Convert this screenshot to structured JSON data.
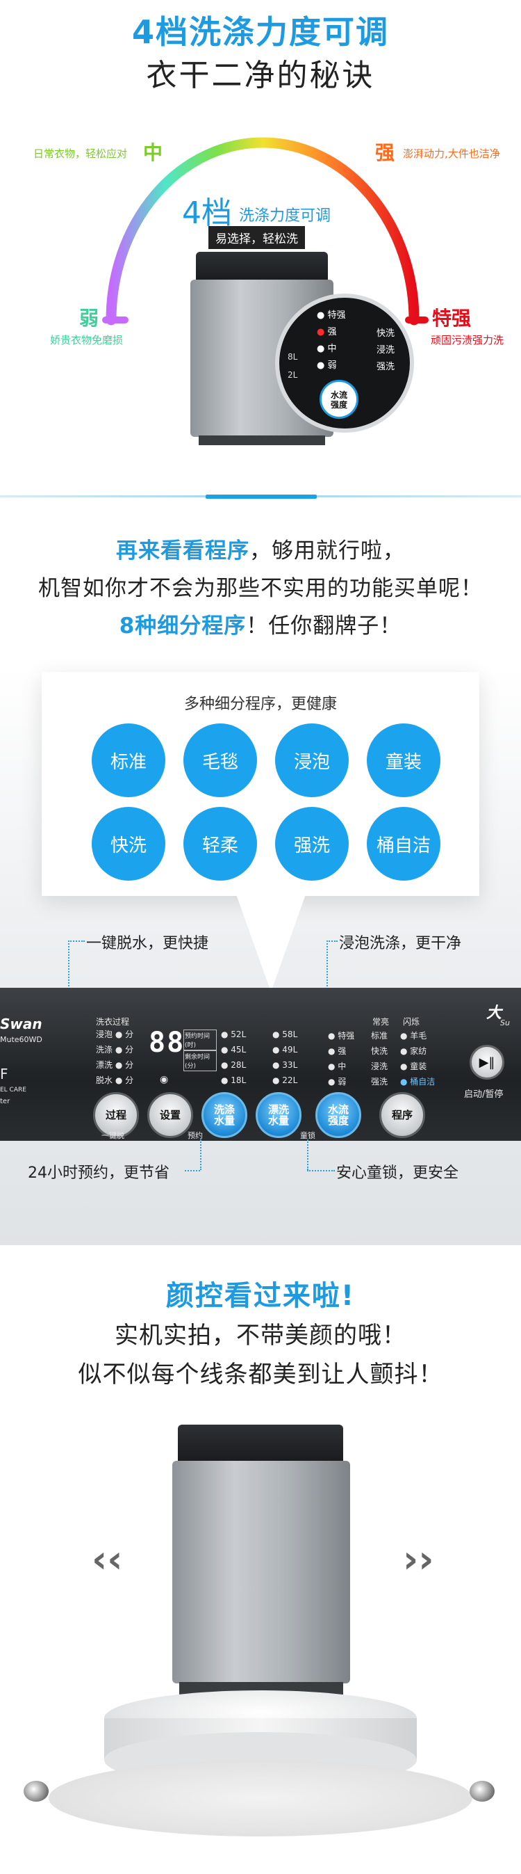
{
  "section1": {
    "title": "4档洗涤力度可调",
    "subtitle": "衣干二净的秘诀",
    "levels": {
      "weak": {
        "label": "弱",
        "desc": "娇贵衣物免磨损"
      },
      "medium": {
        "label": "中",
        "desc": "日常衣物，轻松应对"
      },
      "strong": {
        "label": "强",
        "desc": "澎湃动力,大件也洁净"
      },
      "extra": {
        "label": "特强",
        "desc": "顽固污渍强力洗"
      }
    },
    "center_big": "4档",
    "center_rest": "洗涤力度可调",
    "badge": "易选择，轻松洗",
    "zoom_options": [
      "特强",
      "强",
      "中",
      "弱"
    ],
    "zoom_right": [
      "快洗",
      "浸洗",
      "强洗"
    ],
    "zoom_left_partial": [
      "8L",
      "2L"
    ],
    "zoom_button": "水流\n强度",
    "colors": {
      "accent": "#1e9ae0"
    }
  },
  "section2": {
    "line1_bold": "再来看看程序",
    "line1_rest": "，够用就行啦，",
    "line2": "机智如你才不会为那些不实用的功能买单呢！",
    "line3_bold": "8种细分程序",
    "line3_rest": "！任你翻牌子！",
    "panel_title": "多种细分程序，更健康",
    "programs": [
      "标准",
      "毛毯",
      "浸泡",
      "童装",
      "快洗",
      "轻柔",
      "强洗",
      "桶自洁"
    ],
    "callouts": {
      "top_left": "一键脱水，更快捷",
      "top_right": "浸泡洗涤，更干净",
      "bottom_left": "24小时预约，更节省",
      "bottom_right": "安心童锁，更安全"
    },
    "control_panel": {
      "brand": "Swan",
      "model": "Mute60WD",
      "brand_right": "大",
      "brand_right_sub": "Su",
      "process_header": "洗衣过程",
      "process_rows": [
        "浸泡",
        "洗涤",
        "漂洗",
        "脱水"
      ],
      "process_unit": "分",
      "display": "88",
      "display_label1": "预约时间(时)",
      "display_label2": "剩余时间(分)",
      "water_left": [
        "52L",
        "45L",
        "28L",
        "18L"
      ],
      "water_right": [
        "58L",
        "49L",
        "33L",
        "22L"
      ],
      "strength": [
        "特强",
        "强",
        "中",
        "弱"
      ],
      "prog_header": [
        "常亮",
        "闪烁"
      ],
      "prog_col1": [
        "标准",
        "快洗",
        "浸洗",
        "强洗"
      ],
      "prog_col2": [
        "羊毛",
        "家纺",
        "童装",
        "桶自洁"
      ],
      "start": "启动/暂停",
      "buttons": [
        "过程",
        "设置",
        "洗涤\n水量",
        "漂洗\n水量",
        "水流\n强度",
        "程序"
      ],
      "sub_labels": [
        "一键脱",
        "预约",
        "童锁"
      ],
      "left_marks": [
        "F",
        "EL CARE",
        "ter"
      ]
    }
  },
  "section3": {
    "title": "颜控看过来啦!",
    "line1": "实机实拍，不带美颜的哦！",
    "line2": "似不似每个线条都美到让人颤抖！",
    "prev_arrow": "‹‹",
    "next_arrow": "››"
  }
}
